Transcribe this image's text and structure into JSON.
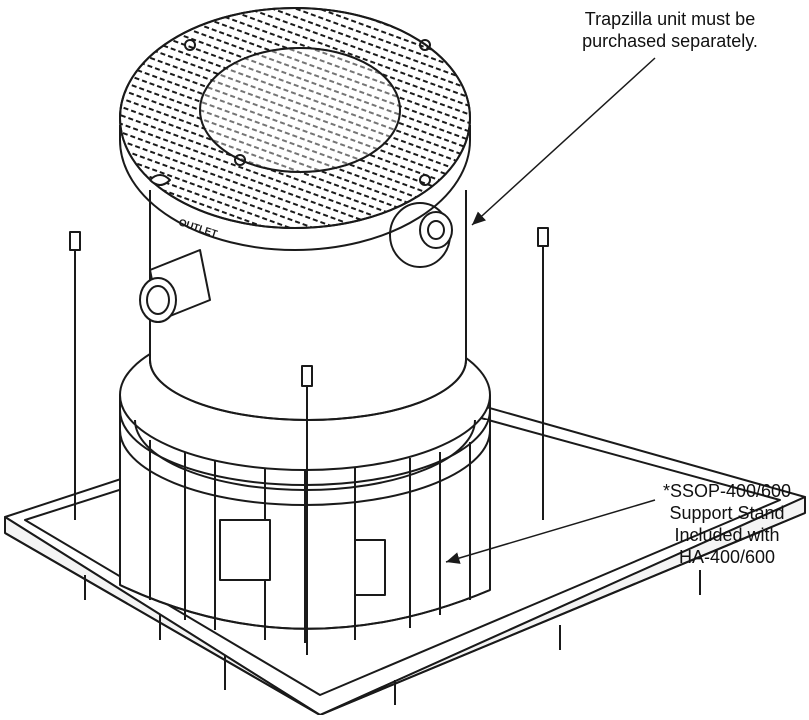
{
  "diagram": {
    "casting_label": "OUTLET",
    "callouts": {
      "top": [
        "Trapzilla unit must be",
        "purchased separately."
      ],
      "bottom": [
        "*SSOP-400/600",
        "Support Stand",
        "Included with",
        "HA-400/600"
      ]
    },
    "colors": {
      "line": "#1a1a1a",
      "fill": "#ffffff",
      "shade": "#e9e9e9"
    }
  }
}
